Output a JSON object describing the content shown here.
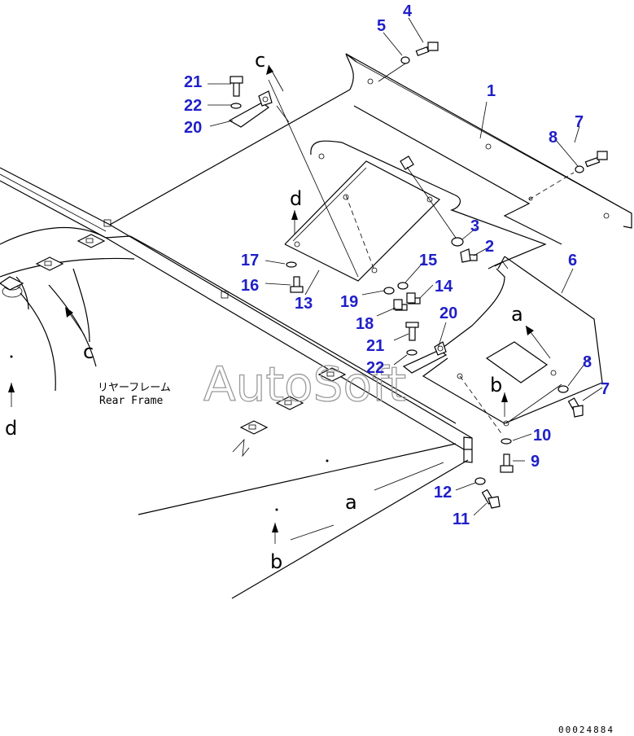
{
  "callouts": {
    "n1": "1",
    "n2": "2",
    "n3": "3",
    "n4": "4",
    "n5": "5",
    "n6": "6",
    "n7a": "7",
    "n7b": "7",
    "n8a": "8",
    "n8b": "8",
    "n9": "9",
    "n10": "10",
    "n11": "11",
    "n12": "12",
    "n13": "13",
    "n14": "14",
    "n15": "15",
    "n16": "16",
    "n17": "17",
    "n18": "18",
    "n19": "19",
    "n20a": "20",
    "n20b": "20",
    "n21a": "21",
    "n21b": "21",
    "n22a": "22",
    "n22b": "22"
  },
  "refs": {
    "a1": "a",
    "a2": "a",
    "b1": "b",
    "b2": "b",
    "c1": "c",
    "c2": "c",
    "d1": "d",
    "d2": "d"
  },
  "frame_label": {
    "jp": "リヤーフレーム",
    "en": "Rear Frame"
  },
  "watermark": "AutoSoft",
  "doc_number": "00024884"
}
